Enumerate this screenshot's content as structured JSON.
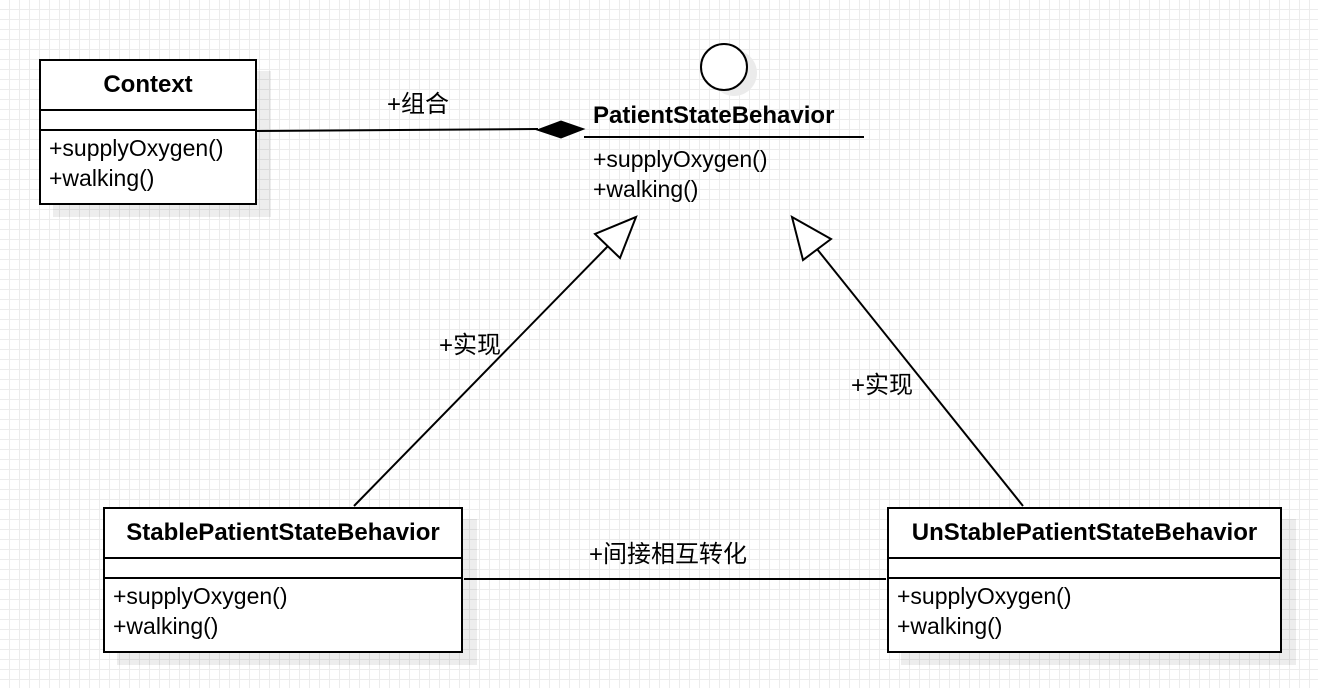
{
  "context": {
    "name": "Context",
    "operations": [
      "+supplyOxygen()",
      "+walking()"
    ]
  },
  "interface": {
    "name": "PatientStateBehavior",
    "operations": [
      "+supplyOxygen()",
      "+walking()"
    ]
  },
  "stable": {
    "name": "StablePatientStateBehavior",
    "operations": [
      "+supplyOxygen()",
      "+walking()"
    ]
  },
  "unstable": {
    "name": "UnStablePatientStateBehavior",
    "operations": [
      "+supplyOxygen()",
      "+walking()"
    ]
  },
  "relations": {
    "composition_label": "+组合",
    "realization_left_label": "+实现",
    "realization_right_label": "+实现",
    "association_label": "+间接相互转化"
  }
}
